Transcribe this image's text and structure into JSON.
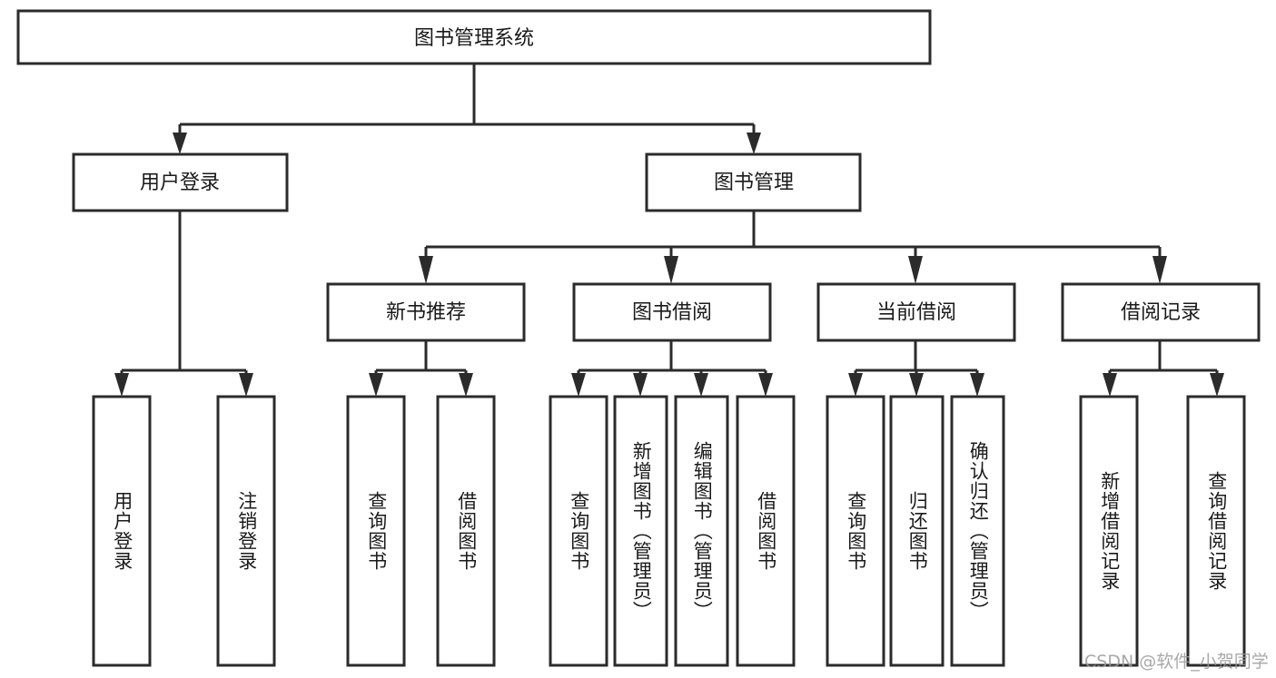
{
  "diagram": {
    "title": "图书管理系统",
    "watermark": "CSDN @软件_小贺同学",
    "colors": {
      "stroke": "#2b2b2b",
      "fill": "#ffffff",
      "text": "#1a1a1a",
      "watermark": "#9a9a9a",
      "background": "#ffffff"
    },
    "levels": {
      "root": "图书管理系统",
      "level2": [
        "用户登录",
        "图书管理"
      ],
      "level3": [
        "新书推荐",
        "图书借阅",
        "当前借阅",
        "借阅记录"
      ],
      "level4": [
        "用户登录",
        "注销登录",
        "查询图书",
        "借阅图书",
        "查询图书",
        "新增图书（管理员）",
        "编辑图书（管理员）",
        "借阅图书",
        "查询图书",
        "归还图书",
        "确认归还（管理员）",
        "新增借阅记录",
        "查询借阅记录"
      ]
    },
    "nodes": {
      "root": {
        "label": "图书管理系统"
      },
      "user_login": {
        "label": "用户登录"
      },
      "book_manage": {
        "label": "图书管理"
      },
      "new_book_rec": {
        "label": "新书推荐"
      },
      "book_borrow": {
        "label": "图书借阅"
      },
      "current_borrow": {
        "label": "当前借阅"
      },
      "borrow_record": {
        "label": "借阅记录"
      },
      "leaf_user_login": {
        "label": "用户登录"
      },
      "leaf_logout": {
        "label": "注销登录"
      },
      "leaf_query_book_1": {
        "label": "查询图书"
      },
      "leaf_borrow_book_1": {
        "label": "借阅图书"
      },
      "leaf_query_book_2": {
        "label": "查询图书"
      },
      "leaf_add_book": {
        "label": "新增图书（管理员）"
      },
      "leaf_edit_book": {
        "label": "编辑图书（管理员）"
      },
      "leaf_borrow_book_2": {
        "label": "借阅图书"
      },
      "leaf_query_book_3": {
        "label": "查询图书"
      },
      "leaf_return_book": {
        "label": "归还图书"
      },
      "leaf_confirm_return": {
        "label": "确认归还（管理员）"
      },
      "leaf_add_record": {
        "label": "新增借阅记录"
      },
      "leaf_query_record": {
        "label": "查询借阅记录"
      }
    }
  }
}
